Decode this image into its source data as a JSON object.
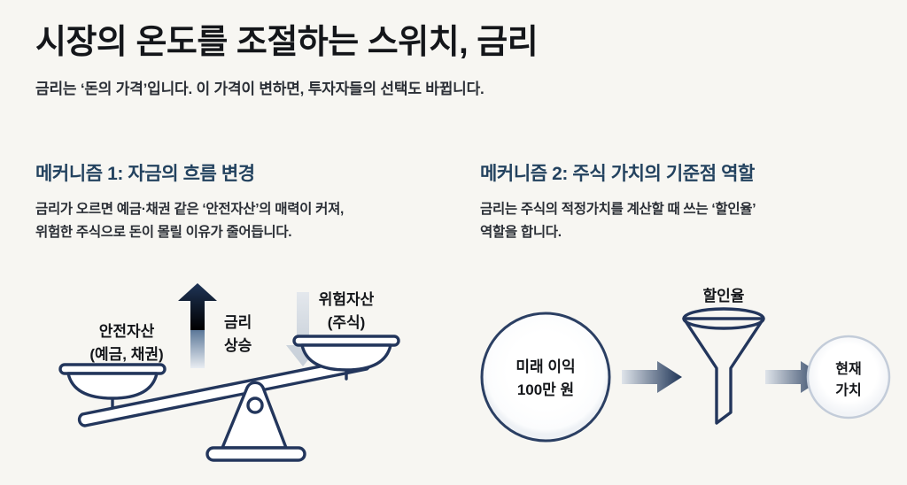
{
  "header": {
    "title": "시장의 온도를 조절하는 스위치, 금리",
    "subtitle": "금리는 ‘돈의 가격’입니다. 이 가격이 변하면, 투자자들의 선택도 바뀝니다."
  },
  "mechanisms": [
    {
      "heading": "메커니즘 1: 자금의 흐름 변경",
      "body": "금리가 오르면 예금·채권 같은 ‘안전자산’의 매력이 커져,\n위험한 주식으로 돈이 몰릴 이유가 줄어듭니다."
    },
    {
      "heading": "메커니즘 2: 주식 가치의 기준점 역할",
      "body": "금리는 주식의 적정가치를 계산할 때 쓰는 ‘할인율’\n역할을 합니다."
    }
  ],
  "figure_scale": {
    "safe_label_line1": "안전자산",
    "safe_label_line2": "(예금, 채권)",
    "risk_label_line1": "위험자산",
    "risk_label_line2": "(주식)",
    "rate_label_line1": "금리",
    "rate_label_line2": "상승",
    "up_arrow_icon": "arrow-up-icon",
    "down_arrow_icon": "arrow-down-icon"
  },
  "figure_funnel": {
    "future_label_line1": "미래 이익",
    "future_label_line2": "100만 원",
    "funnel_label": "할인율",
    "present_label_line1": "현재",
    "present_label_line2": "가치",
    "funnel_icon": "funnel-icon",
    "arrow_icon": "arrow-right-icon"
  },
  "colors": {
    "background": "#f7f6f2",
    "title": "#14161a",
    "heading_navy": "#23425f",
    "body_text": "#2b2f36",
    "outline_navy": "#23365c",
    "arrow_dark": "#1f3557",
    "arrow_light": "#d8dde4",
    "circle_border": "#c3ccd9"
  }
}
